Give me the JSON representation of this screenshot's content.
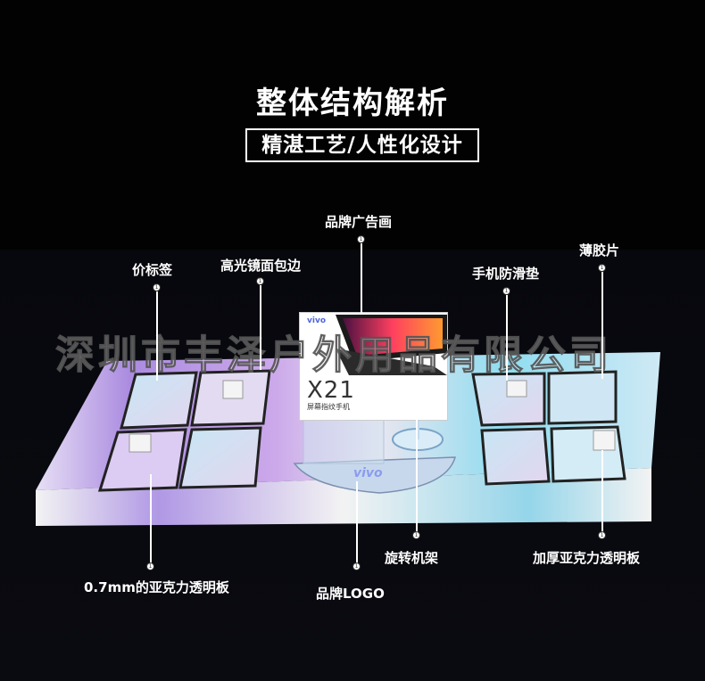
{
  "header": {
    "title": "整体结构解析",
    "subtitle": "精湛工艺/人性化设计"
  },
  "labels": {
    "brand_ad": "品牌广告画",
    "price_tag": "价标签",
    "mirror_edge": "高光镜面包边",
    "phone_pad": "手机防滑垫",
    "film": "薄胶片",
    "acrylic_thin": "0.7mm的亚克力透明板",
    "brand_logo": "品牌LOGO",
    "rotating_stand": "旋转机架",
    "acrylic_thick": "加厚亚克力透明板"
  },
  "watermark": "深圳市丰泽户外用品有限公司",
  "display": {
    "ad_brand": "vivo",
    "ad_model": "X21",
    "ad_sub": "屏幕指纹手机",
    "logo": "vivo"
  },
  "colors": {
    "background": "#000000",
    "text": "#ffffff",
    "accent": "#8a9cf0"
  }
}
